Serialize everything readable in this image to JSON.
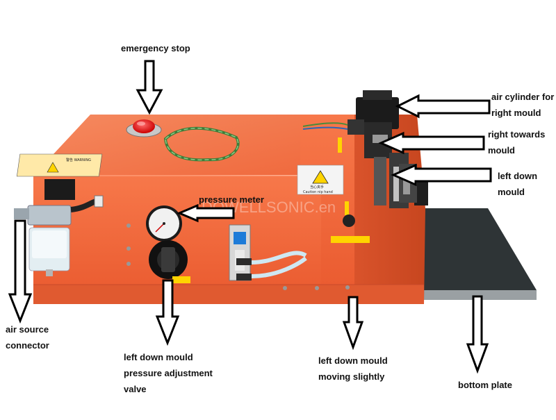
{
  "annotations": {
    "emergency_stop": "emergency stop",
    "air_cylinder": [
      "air cylinder for",
      "right mould"
    ],
    "right_towards": [
      "right towards",
      "mould"
    ],
    "left_down": [
      "left down",
      "mould"
    ],
    "pressure_meter": "pressure meter",
    "air_source": [
      "air source",
      "connector"
    ],
    "pressure_valve": [
      "left down mould",
      "pressure adjustment",
      "valve"
    ],
    "moving_slightly": [
      "left down mould",
      "moving slightly"
    ],
    "bottom_plate": "bottom plate"
  },
  "watermark": "DOWELLSONIC.en",
  "machine_labels": {
    "warning_plate": "警告 WARNING",
    "caution_sign": "当心夹手",
    "caution_sign_en": "Caution nip hand"
  },
  "colors": {
    "machine_body": "#f26a3c",
    "plate": "#2e3436"
  }
}
